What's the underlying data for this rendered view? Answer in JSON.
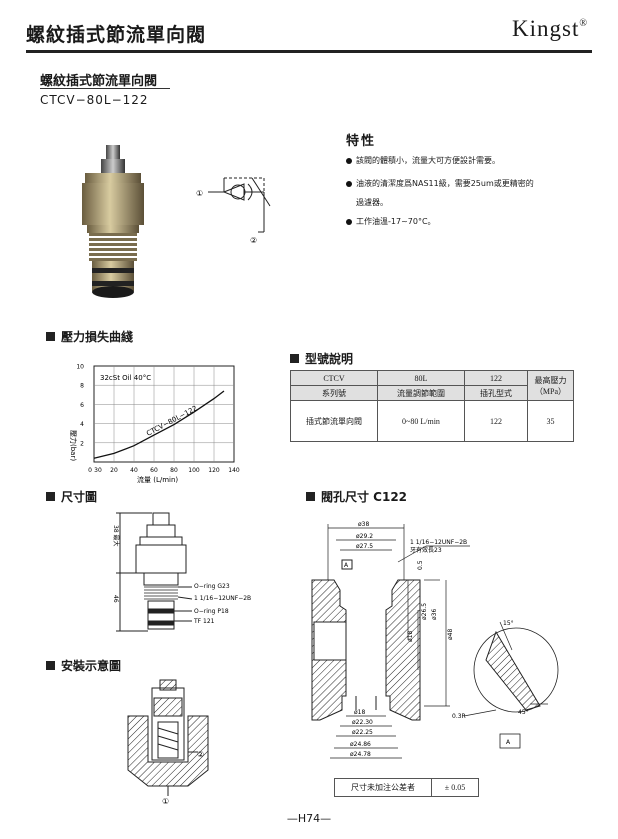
{
  "header": {
    "title": "螺紋插式節流單向閥",
    "brand": "Kingst",
    "brand_mark": "®"
  },
  "product": {
    "name": "螺紋插式節流單向閥",
    "model": "CTCV−80L−122"
  },
  "features": {
    "title": "特性",
    "items": [
      "該閥的體積小，流量大可方便設計需要。",
      "油液的清潔度爲NAS11級，需要25um或更精密的",
      "過濾器。",
      "工作油溫-17~70°C。"
    ]
  },
  "symbol": {
    "port1": "①",
    "port2": "②"
  },
  "pressure_loss": {
    "section_title": "壓力損失曲綫",
    "chart_data": {
      "type": "line",
      "annotation": "32cSt Oil 40°C",
      "curve_label": "CTCV−80L−122",
      "xlabel": "流量 (L/min)",
      "ylabel": "壓力(bar)",
      "xlim": [
        0,
        140
      ],
      "ylim": [
        0,
        10
      ],
      "x_ticks": [
        "0",
        "30",
        "20",
        "40",
        "60",
        "80",
        "100",
        "120",
        "140"
      ],
      "y_ticks": [
        "10",
        "8",
        "6",
        "4",
        "2"
      ],
      "series": [
        {
          "x": [
            0,
            20,
            40,
            60,
            80,
            100,
            120,
            130
          ],
          "y": [
            0.4,
            0.9,
            1.7,
            2.8,
            3.9,
            5.2,
            6.6,
            7.4
          ]
        }
      ]
    }
  },
  "model_table": {
    "section_title": "型號說明",
    "row1": [
      "CTCV",
      "80L",
      "122",
      "最高壓力"
    ],
    "row2": [
      "系列號",
      "流量調節範圍",
      "插孔型式",
      "（MPa）"
    ],
    "row3": [
      "插式節流單向閥",
      "0~80 L/min",
      "122",
      "35"
    ]
  },
  "dimension": {
    "section_title": "尺寸圖",
    "labels": {
      "h1": "38 最大",
      "h2": "46",
      "oring1": "O−ring G23",
      "thread": "1 1/16−12UNF−2B",
      "oring2": "O−ring P18",
      "tf": "TF 121"
    }
  },
  "install": {
    "section_title": "安裝示意圖",
    "p1": "①",
    "p2": "②"
  },
  "cavity": {
    "section_title": "閥孔尺寸 C122",
    "labels": {
      "d38": "ø38",
      "d29": "ø29.2",
      "d27": "ø27.5",
      "thread": "1 1/16−12UNF−2B",
      "thread_depth": "牙有效長23",
      "refA": "A",
      "d05": "0.5",
      "d26": "ø26.5",
      "d36": "ø36",
      "d48": "ø48",
      "d18v": "ø18",
      "d18h": "ø18",
      "d22a": "ø22.30",
      "d22b": "ø22.25",
      "d24a": "ø24.86",
      "d24b": "ø24.78",
      "ang15": "15°",
      "ang45": "45°",
      "r03": "0.3R",
      "refA2": "A"
    }
  },
  "tolerance": {
    "label": "尺寸未加注公差者",
    "value": "± 0.05"
  },
  "footer": {
    "page": "—H74—"
  }
}
